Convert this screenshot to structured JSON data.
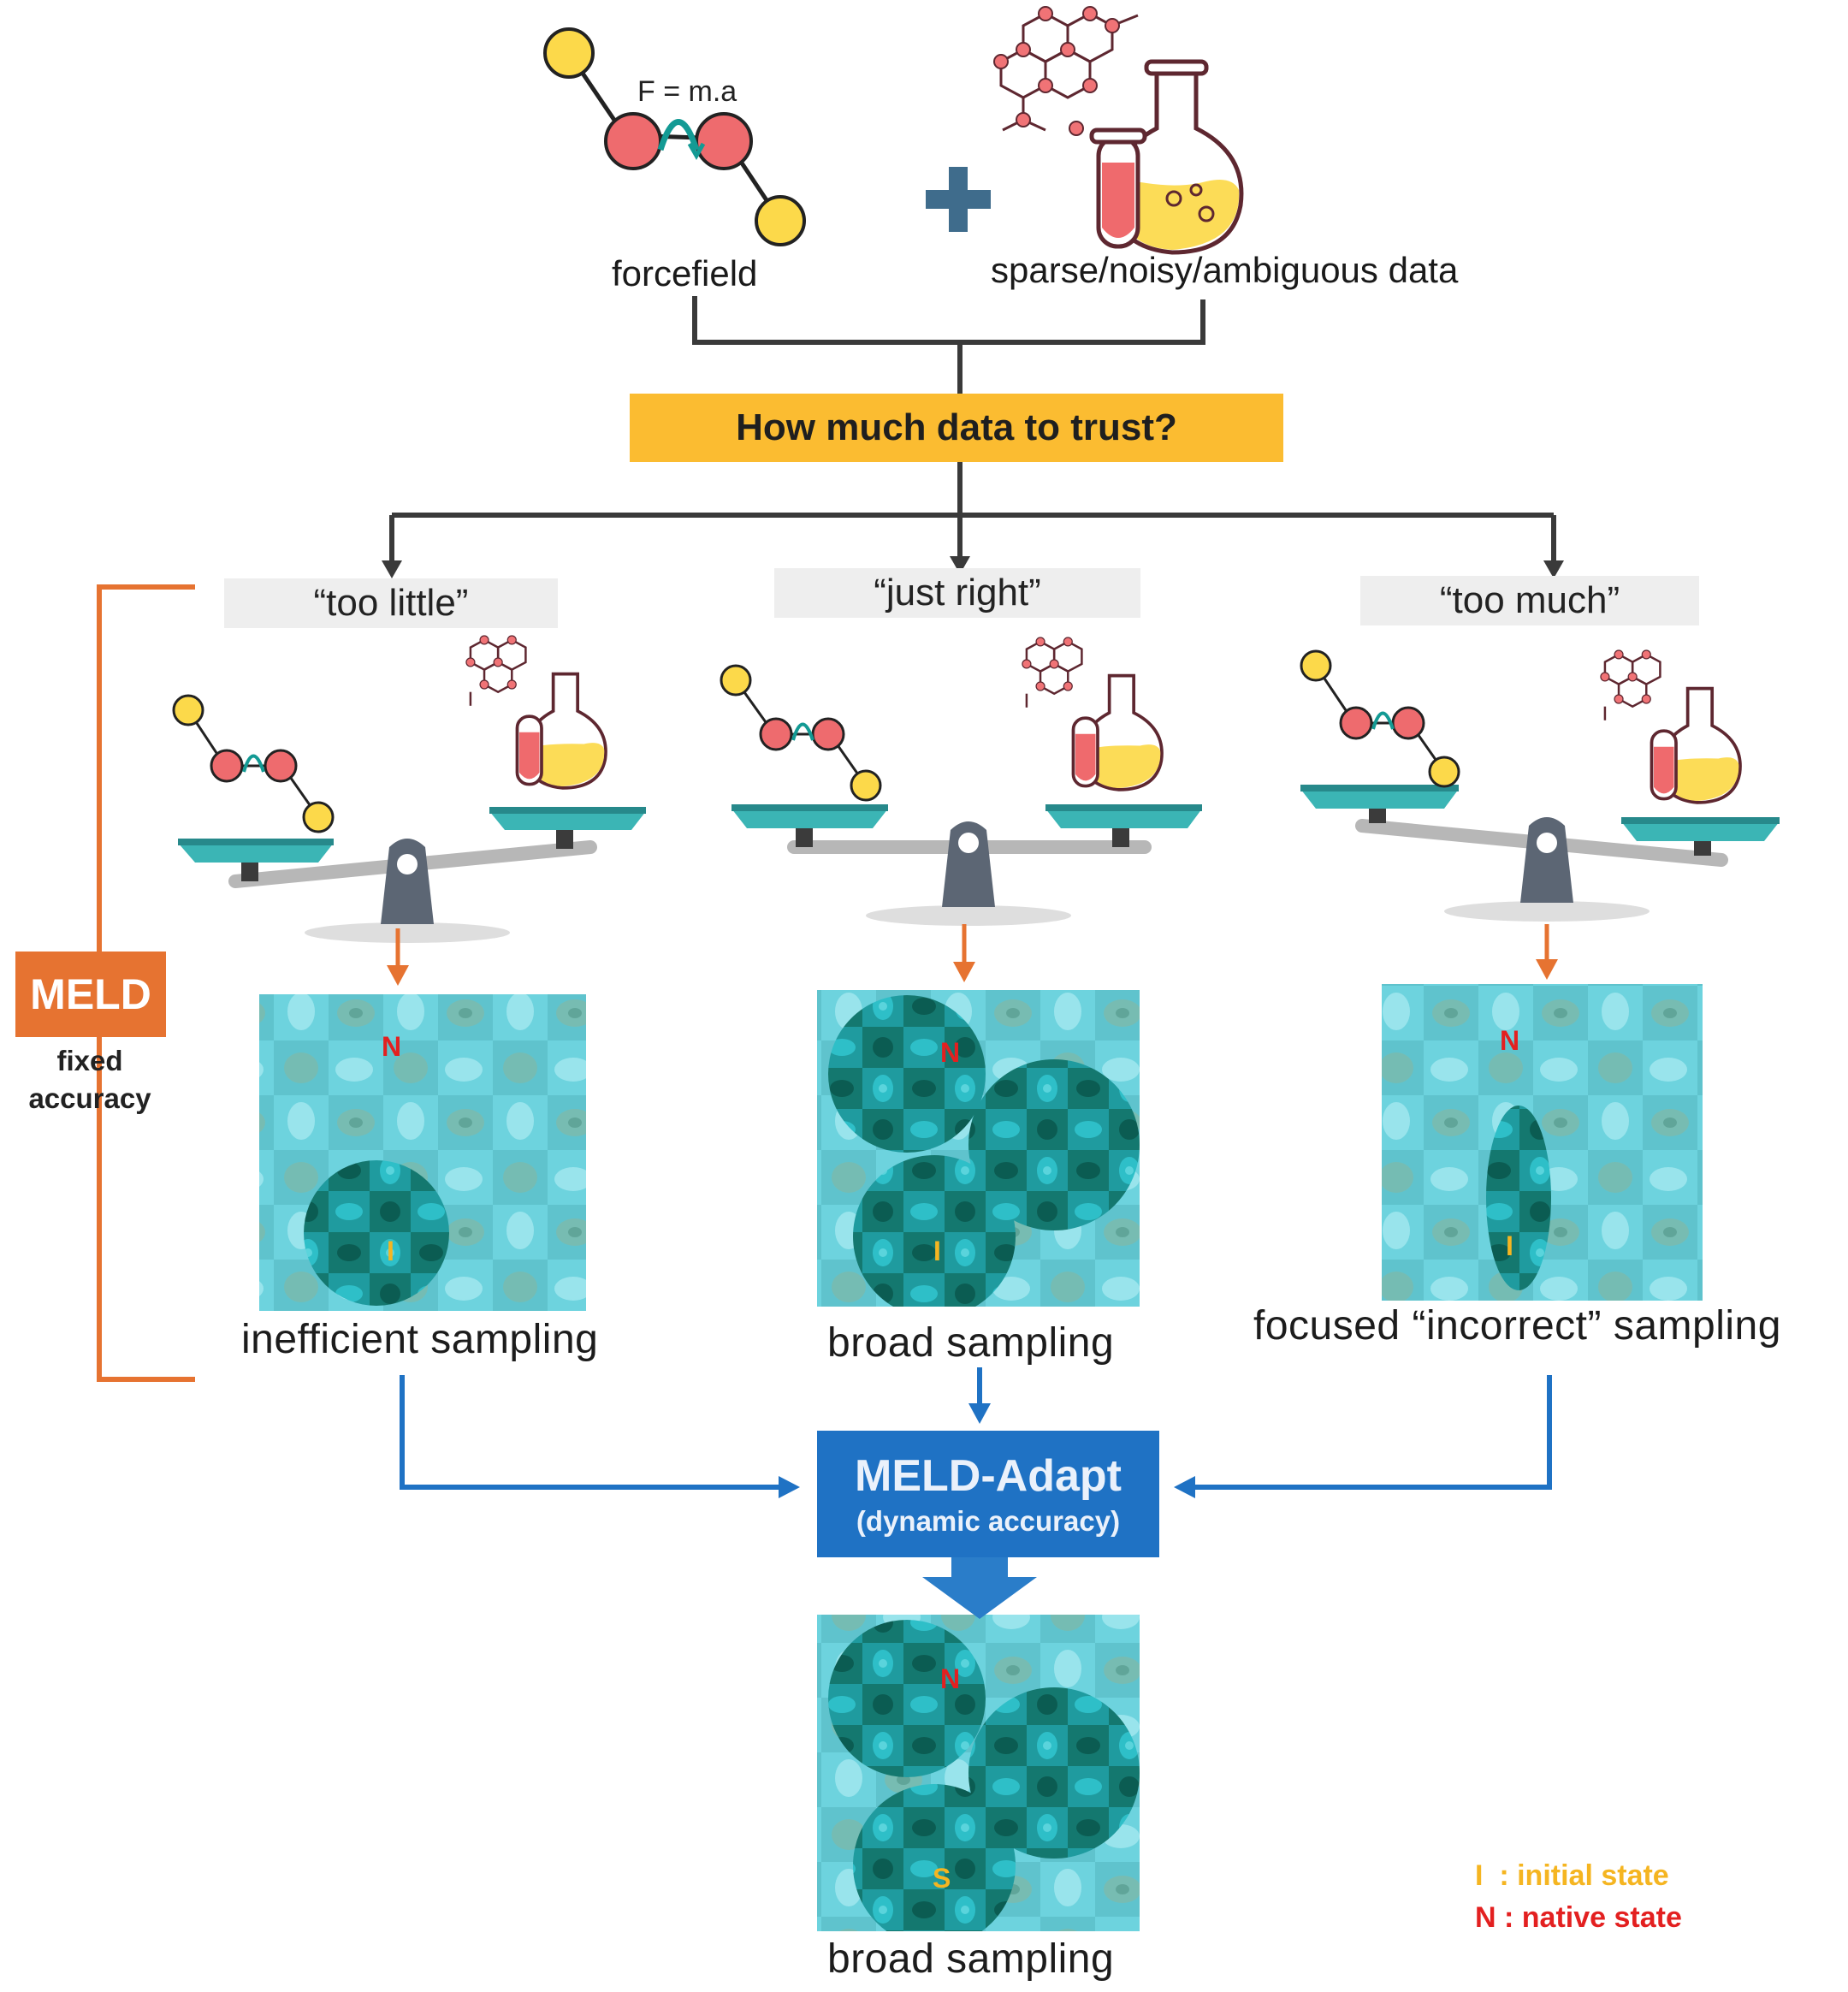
{
  "top": {
    "formula": "F = m.a",
    "forcefield_label": "forcefield",
    "data_label": "sparse/noisy/ambiguous data",
    "question": "How much data to trust?"
  },
  "columns": [
    {
      "quote": "“too little”",
      "caption": "inefficient sampling",
      "landscape_marks": [
        "N",
        "I"
      ]
    },
    {
      "quote": "“just right”",
      "caption": "broad sampling",
      "landscape_marks": [
        "N",
        "I"
      ]
    },
    {
      "quote": "“too much”",
      "caption": "focused “incorrect” sampling",
      "landscape_marks": [
        "N",
        "I"
      ]
    }
  ],
  "meld": {
    "title": "MELD",
    "subtitle_line1": "fixed",
    "subtitle_line2": "accuracy"
  },
  "adapt": {
    "title": "MELD-Adapt",
    "subtitle": "(dynamic accuracy)",
    "caption": "broad sampling",
    "landscape_marks": [
      "N",
      "S"
    ]
  },
  "legend": {
    "initial": "I  : initial state",
    "native": "N : native state"
  },
  "colors": {
    "question_box": "#fbbc31",
    "meld_orange": "#e67331",
    "adapt_blue": "#1f72c4",
    "initial_state": "#f5b521",
    "native_state": "#e32020",
    "landscape_teal": "#4ec6d4",
    "landscape_dark": "#0f6a62"
  }
}
